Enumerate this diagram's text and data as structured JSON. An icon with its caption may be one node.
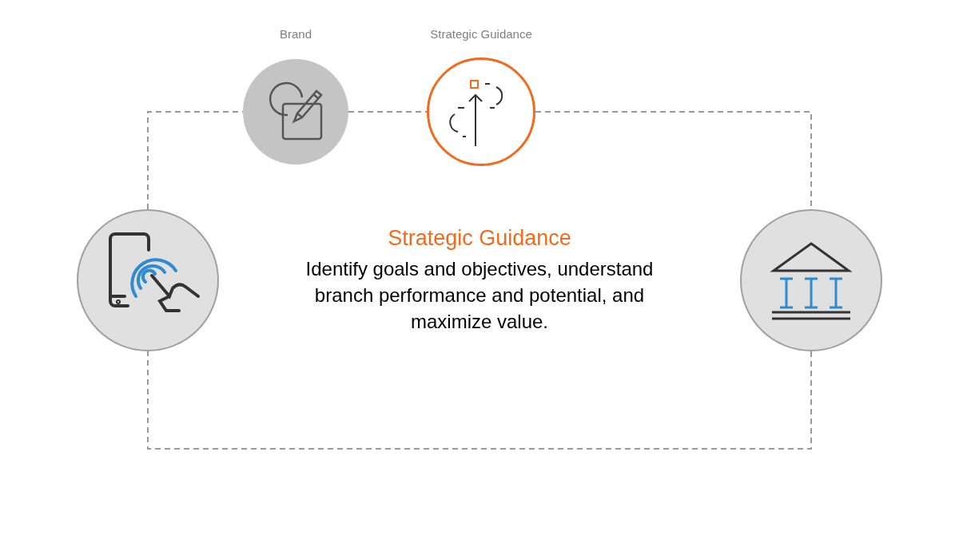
{
  "diagram": {
    "nodes": [
      {
        "text": [
          "Brand"
        ]
      },
      {
        "text": [
          "Strategic Guidance"
        ]
      },
      {
        "text": [],
        "shape": "circle"
      },
      {
        "text": [],
        "shape": "circle"
      }
    ],
    "edges": [
      {
        "from": 0,
        "to": 1,
        "arrow": "none",
        "style": "dashed"
      },
      {
        "from": 1,
        "to": 3,
        "arrow": "none",
        "style": "dashed"
      },
      {
        "from": 3,
        "to": 2,
        "arrow": "none",
        "style": "dashed"
      },
      {
        "from": 2,
        "to": 0,
        "arrow": "none",
        "style": "dashed"
      }
    ],
    "labels": [
      "Strategic Guidance",
      "Identify goals and objectives, understand branch performance and potential, and maximize value."
    ]
  }
}
